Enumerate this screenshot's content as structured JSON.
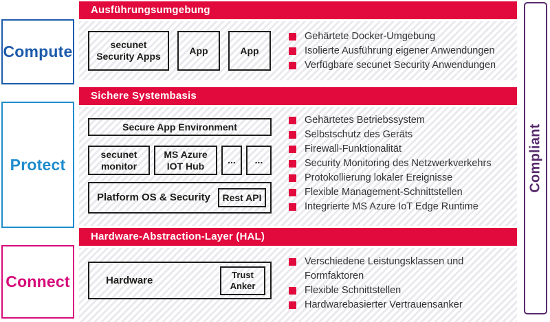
{
  "colors": {
    "accent_red": "#e2093d",
    "compute_blue": "#1d5bab",
    "protect_blue": "#1f8ccd",
    "connect_magenta": "#d60b7a",
    "compliant_purple": "#582b6e",
    "box_border_black": "#1d1d1b",
    "bullet_text": "#323232"
  },
  "sections": [
    {
      "label": "Compute",
      "header": "Ausführungsumgebung",
      "boxes": {
        "secunet_apps": "secunet\nSecurity Apps",
        "app1": "App",
        "app2": "App"
      },
      "bullets": [
        "Gehärtete Docker-Umgebung",
        "Isolierte Ausführung eigener Anwendungen",
        "Verfügbare secunet Security Anwendungen"
      ]
    },
    {
      "label": "Protect",
      "header": "Sichere Systembasis",
      "boxes": {
        "secure_app_environment": "Secure App Environment",
        "secunet_monitor": "secunet\nmonitor",
        "ms_azure_iot_hub": "MS Azure\nIOT Hub",
        "dots1": "...",
        "dots2": "...",
        "platform": "Platform OS & Security",
        "rest_api": "Rest API"
      },
      "bullets": [
        "Gehärtetes Betriebssystem",
        "Selbstschutz des Geräts",
        "Firewall-Funktionalität",
        "Security Monitoring des Netzwerkverkehrs",
        "Protokollierung lokaler Ereignisse",
        "Flexible Management-Schnittstellen",
        "Integrierte MS Azure IoT Edge Runtime"
      ]
    },
    {
      "label": "Connect",
      "header": "Hardware-Abstraction-Layer (HAL)",
      "boxes": {
        "hardware": "Hardware",
        "trust_anker": "Trust\nAnker"
      },
      "bullets": [
        "Verschiedene Leistungsklassen und Formfaktoren",
        "Flexible Schnittstellen",
        "Hardwarebasierter Vertrauensanker"
      ]
    }
  ],
  "compliant": {
    "label": "Compliant"
  }
}
